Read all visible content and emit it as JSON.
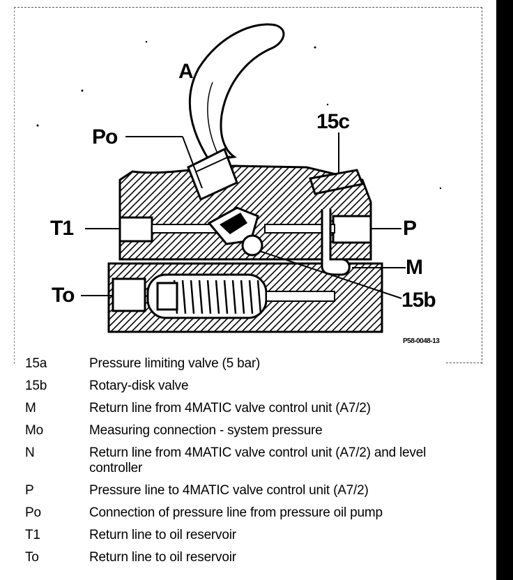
{
  "diagram": {
    "figure_code": "P58-0048-13",
    "callouts": {
      "A": "A",
      "Po": "Po",
      "c15c": "15c",
      "T1": "T1",
      "P": "P",
      "M": "M",
      "To": "To",
      "c15b": "15b"
    }
  },
  "legend": [
    {
      "code": "15a",
      "desc": "Pressure limiting valve (5 bar)"
    },
    {
      "code": "15b",
      "desc": "Rotary-disk valve"
    },
    {
      "code": "M",
      "desc": "Return line from 4MATIC valve control unit (A7/2)"
    },
    {
      "code": "Mo",
      "desc": "Measuring connection - system pressure"
    },
    {
      "code": "N",
      "desc": "Return line from 4MATIC valve control unit (A7/2) and level controller"
    },
    {
      "code": "P",
      "desc": "Pressure line to 4MATIC valve control unit (A7/2)"
    },
    {
      "code": "Po",
      "desc": "Connection of pressure line from pressure oil pump"
    },
    {
      "code": "T1",
      "desc": "Return line to oil reservoir"
    },
    {
      "code": "To",
      "desc": "Return line to oil reservoir"
    }
  ]
}
